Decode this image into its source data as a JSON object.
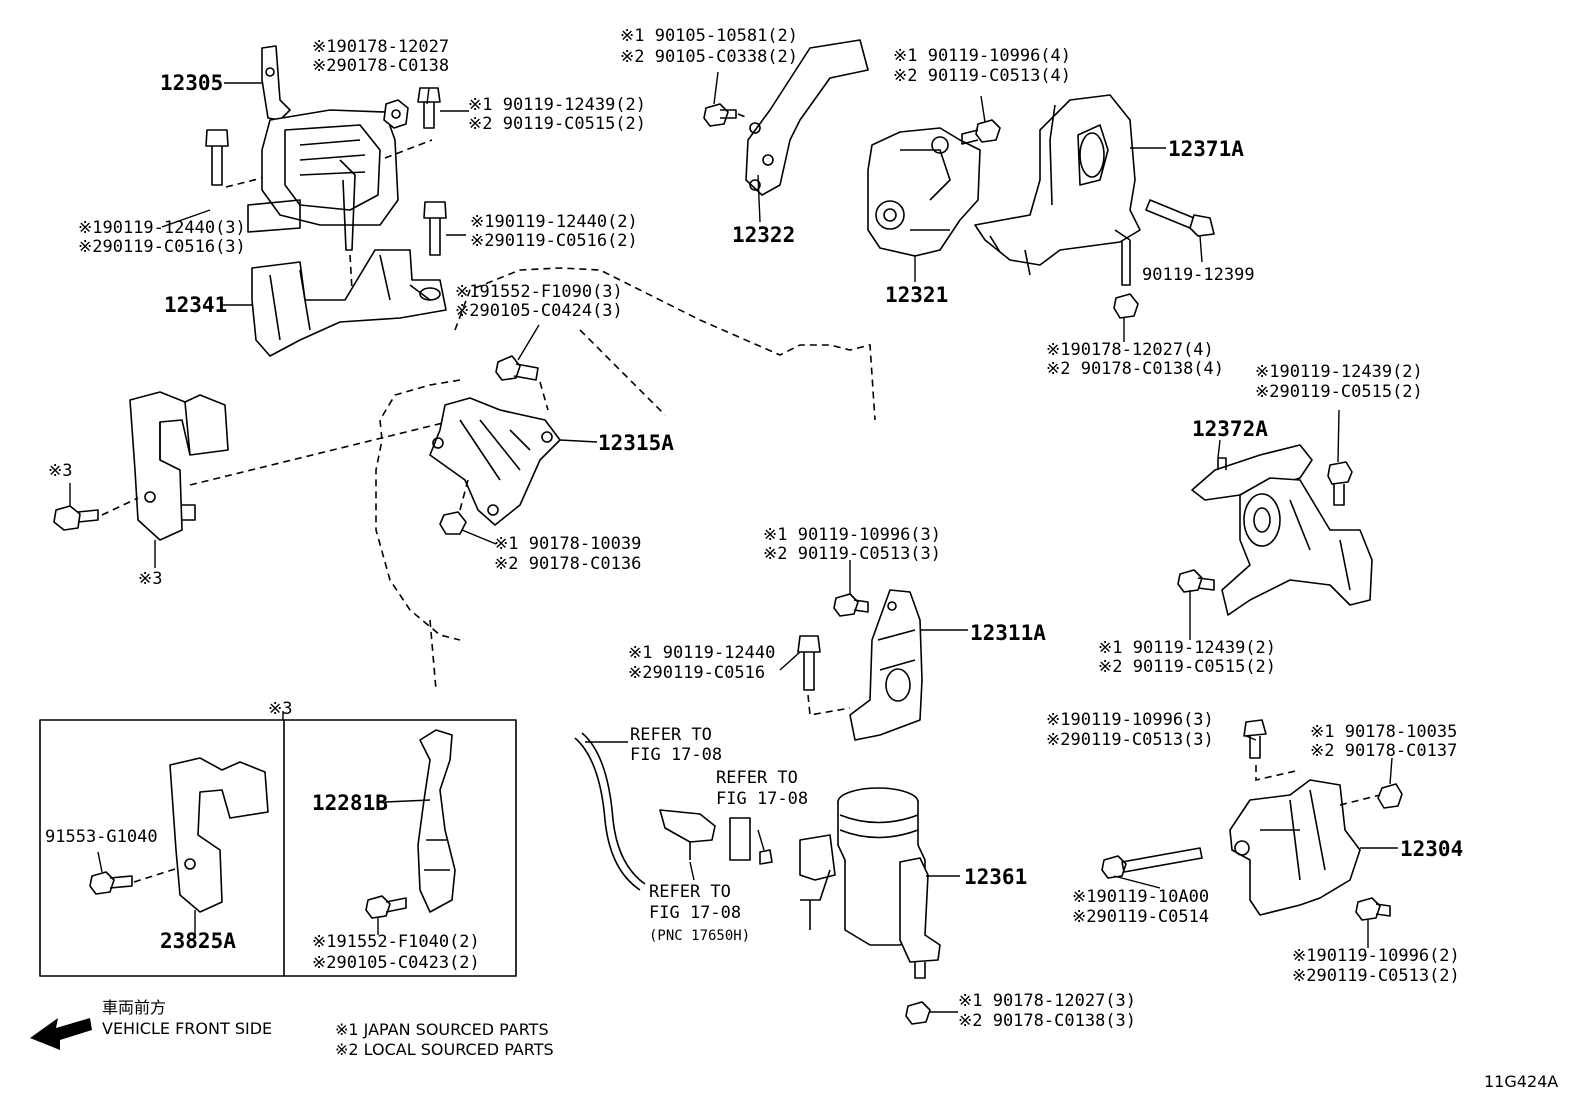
{
  "diagram_code": "11G424A",
  "direction": {
    "jp": "車両前方",
    "en": "VEHICLE FRONT SIDE"
  },
  "legend": {
    "j1": "※1  JAPAN SOURCED PARTS",
    "j2": "※2  LOCAL SOURCED PARTS"
  },
  "callouts": {
    "p12305": "12305",
    "p12341": "12341",
    "p12322": "12322",
    "p12321": "12321",
    "p12371a": "12371A",
    "p12315a": "12315A",
    "p12372a": "12372A",
    "p12311a": "12311A",
    "p12361": "12361",
    "p12304": "12304",
    "p12281b": "12281B",
    "p23825a": "23825A",
    "p90119_12399": "90119-12399",
    "p91553_g1040": "91553-G1040",
    "x3_a": "※3",
    "x3_b": "※3",
    "x3_c": "※3"
  },
  "fasteners": {
    "f1a": "※190178-12027",
    "f1b": "※290178-C0138",
    "f2a": "※1 90119-12439(2)",
    "f2b": "※2 90119-C0515(2)",
    "f3a": "※190119-12440(3)",
    "f3b": "※290119-C0516(3)",
    "f4a": "※190119-12440(2)",
    "f4b": "※290119-C0516(2)",
    "f5a": "※191552-F1090(3)",
    "f5b": "※290105-C0424(3)",
    "f6a": "※1 90105-10581(2)",
    "f6b": "※2 90105-C0338(2)",
    "f7a": "※1 90119-10996(4)",
    "f7b": "※2 90119-C0513(4)",
    "f8a": "※190178-12027(4)",
    "f8b": "※2 90178-C0138(4)",
    "f9a": "※190119-12439(2)",
    "f9b": "※290119-C0515(2)",
    "f10a": "※1 90178-10039",
    "f10b": "※2 90178-C0136",
    "f11a": "※1 90119-10996(3)",
    "f11b": "※2 90119-C0513(3)",
    "f12a": "※1 90119-12440",
    "f12b": "※290119-C0516",
    "f13a": "※1  90119-12439(2)",
    "f13b": "※2  90119-C0515(2)",
    "f14a": "※190119-10996(3)",
    "f14b": "※290119-C0513(3)",
    "f15a": "※1 90178-10035",
    "f15b": "※2 90178-C0137",
    "f16a": "※190119-10A00",
    "f16b": "※290119-C0514",
    "f17a": "※190119-10996(2)",
    "f17b": "※290119-C0513(2)",
    "f18a": "※1 90178-12027(3)",
    "f18b": "※2 90178-C0138(3)",
    "f19a": "※191552-F1040(2)",
    "f19b": "※290105-C0423(2)"
  },
  "refs": {
    "r1a": "REFER TO",
    "r1b": "FIG 17-08",
    "r2a": "REFER TO",
    "r2b": "FIG 17-08",
    "r3a": "REFER TO",
    "r3b": "FIG 17-08",
    "r3c": "(PNC 17650H)"
  }
}
